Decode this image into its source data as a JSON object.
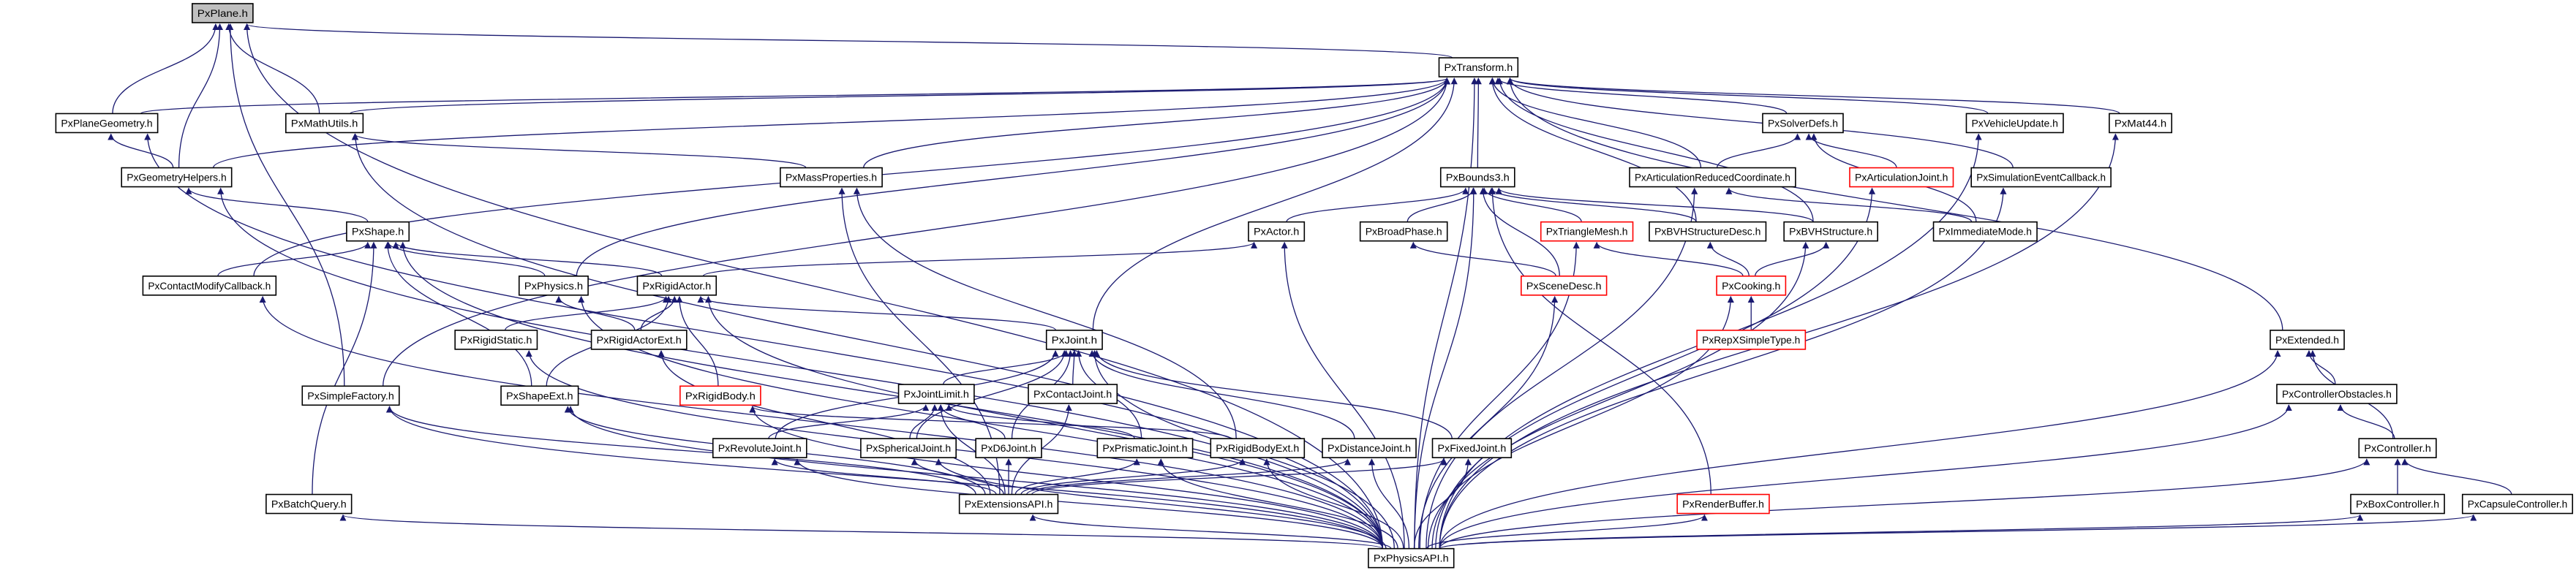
{
  "colors": {
    "edge": "#191970",
    "current_fill": "#bfbfbf",
    "normal_border": "#000000",
    "truncated_border": "#ff0000",
    "node_fill": "#ffffff"
  },
  "graph": {
    "type": "include-dependency-graph",
    "nodes": [
      {
        "label": "PxPlane.h",
        "style": "current"
      },
      {
        "label": "PxTransform.h",
        "style": "normal"
      },
      {
        "label": "PxPlaneGeometry.h",
        "style": "normal"
      },
      {
        "label": "PxMathUtils.h",
        "style": "normal"
      },
      {
        "label": "PxSolverDefs.h",
        "style": "normal"
      },
      {
        "label": "PxVehicleUpdate.h",
        "style": "normal"
      },
      {
        "label": "PxMat44.h",
        "style": "normal"
      },
      {
        "label": "PxGeometryHelpers.h",
        "style": "normal"
      },
      {
        "label": "PxMassProperties.h",
        "style": "normal"
      },
      {
        "label": "PxBounds3.h",
        "style": "normal"
      },
      {
        "label": "PxArticulationReducedCoordinate.h",
        "style": "normal"
      },
      {
        "label": "PxArticulationJoint.h",
        "style": "truncated"
      },
      {
        "label": "PxSimulationEventCallback.h",
        "style": "normal"
      },
      {
        "label": "PxShape.h",
        "style": "normal"
      },
      {
        "label": "PxActor.h",
        "style": "normal"
      },
      {
        "label": "PxBroadPhase.h",
        "style": "normal"
      },
      {
        "label": "PxTriangleMesh.h",
        "style": "truncated"
      },
      {
        "label": "PxBVHStructureDesc.h",
        "style": "normal"
      },
      {
        "label": "PxBVHStructure.h",
        "style": "normal"
      },
      {
        "label": "PxImmediateMode.h",
        "style": "normal"
      },
      {
        "label": "PxContactModifyCallback.h",
        "style": "normal"
      },
      {
        "label": "PxPhysics.h",
        "style": "normal"
      },
      {
        "label": "PxRigidActor.h",
        "style": "normal"
      },
      {
        "label": "PxSceneDesc.h",
        "style": "truncated"
      },
      {
        "label": "PxCooking.h",
        "style": "truncated"
      },
      {
        "label": "PxRigidStatic.h",
        "style": "normal"
      },
      {
        "label": "PxRigidActorExt.h",
        "style": "normal"
      },
      {
        "label": "PxJoint.h",
        "style": "normal"
      },
      {
        "label": "PxRepXSimpleType.h",
        "style": "truncated"
      },
      {
        "label": "PxExtended.h",
        "style": "normal"
      },
      {
        "label": "PxSimpleFactory.h",
        "style": "normal"
      },
      {
        "label": "PxShapeExt.h",
        "style": "normal"
      },
      {
        "label": "PxRigidBody.h",
        "style": "truncated"
      },
      {
        "label": "PxJointLimit.h",
        "style": "normal"
      },
      {
        "label": "PxContactJoint.h",
        "style": "normal"
      },
      {
        "label": "PxControllerObstacles.h",
        "style": "normal"
      },
      {
        "label": "PxRevoluteJoint.h",
        "style": "normal"
      },
      {
        "label": "PxSphericalJoint.h",
        "style": "normal"
      },
      {
        "label": "PxD6Joint.h",
        "style": "normal"
      },
      {
        "label": "PxPrismaticJoint.h",
        "style": "normal"
      },
      {
        "label": "PxRigidBodyExt.h",
        "style": "normal"
      },
      {
        "label": "PxDistanceJoint.h",
        "style": "normal"
      },
      {
        "label": "PxFixedJoint.h",
        "style": "normal"
      },
      {
        "label": "PxController.h",
        "style": "normal"
      },
      {
        "label": "PxBatchQuery.h",
        "style": "normal"
      },
      {
        "label": "PxExtensionsAPI.h",
        "style": "normal"
      },
      {
        "label": "PxRenderBuffer.h",
        "style": "truncated"
      },
      {
        "label": "PxBoxController.h",
        "style": "normal"
      },
      {
        "label": "PxCapsuleController.h",
        "style": "normal"
      },
      {
        "label": "PxPhysicsAPI.h",
        "style": "normal"
      }
    ],
    "edges": [
      [
        "PxPlaneGeometry.h",
        "PxPlane.h"
      ],
      [
        "PxGeometryHelpers.h",
        "PxPlane.h"
      ],
      [
        "PxMathUtils.h",
        "PxPlane.h"
      ],
      [
        "PxSimpleFactory.h",
        "PxPlane.h"
      ],
      [
        "PxPhysicsAPI.h",
        "PxPlane.h"
      ],
      [
        "PxTransform.h",
        "PxPlane.h"
      ],
      [
        "PxPlaneGeometry.h",
        "PxTransform.h"
      ],
      [
        "PxMathUtils.h",
        "PxTransform.h"
      ],
      [
        "PxGeometryHelpers.h",
        "PxTransform.h"
      ],
      [
        "PxGeometryHelpers.h",
        "PxPlaneGeometry.h"
      ],
      [
        "PxPhysicsAPI.h",
        "PxPlaneGeometry.h"
      ],
      [
        "PxContactModifyCallback.h",
        "PxTransform.h"
      ],
      [
        "PxContactModifyCallback.h",
        "PxShape.h"
      ],
      [
        "PxSimpleFactory.h",
        "PxTransform.h"
      ],
      [
        "PxPhysics.h",
        "PxTransform.h"
      ],
      [
        "PxMassProperties.h",
        "PxTransform.h"
      ],
      [
        "PxMassProperties.h",
        "PxMathUtils.h"
      ],
      [
        "PxJoint.h",
        "PxTransform.h"
      ],
      [
        "PxBounds3.h",
        "PxTransform.h"
      ],
      [
        "PxBVHStructureDesc.h",
        "PxTransform.h"
      ],
      [
        "PxBVHStructure.h",
        "PxTransform.h"
      ],
      [
        "PxArticulationReducedCoordinate.h",
        "PxTransform.h"
      ],
      [
        "PxArticulationReducedCoordinate.h",
        "PxSolverDefs.h"
      ],
      [
        "PxSolverDefs.h",
        "PxTransform.h"
      ],
      [
        "PxVehicleUpdate.h",
        "PxTransform.h"
      ],
      [
        "PxMat44.h",
        "PxTransform.h"
      ],
      [
        "PxSimulationEventCallback.h",
        "PxTransform.h"
      ],
      [
        "PxExtended.h",
        "PxTransform.h"
      ],
      [
        "PxPhysicsAPI.h",
        "PxTransform.h"
      ],
      [
        "PxArticulationJoint.h",
        "PxSolverDefs.h"
      ],
      [
        "PxImmediateMode.h",
        "PxSolverDefs.h"
      ],
      [
        "PxImmediateMode.h",
        "PxArticulationReducedCoordinate.h"
      ],
      [
        "PxShape.h",
        "PxGeometryHelpers.h"
      ],
      [
        "PxPhysicsAPI.h",
        "PxGeometryHelpers.h"
      ],
      [
        "PxPhysicsAPI.h",
        "PxMathUtils.h"
      ],
      [
        "PxPhysicsAPI.h",
        "PxContactModifyCallback.h"
      ],
      [
        "PxPhysics.h",
        "PxShape.h"
      ],
      [
        "PxRigidActor.h",
        "PxShape.h"
      ],
      [
        "PxShapeExt.h",
        "PxShape.h"
      ],
      [
        "PxBatchQuery.h",
        "PxShape.h"
      ],
      [
        "PxPhysicsAPI.h",
        "PxShape.h"
      ],
      [
        "PxActor.h",
        "PxBounds3.h"
      ],
      [
        "PxBroadPhase.h",
        "PxBounds3.h"
      ],
      [
        "PxTriangleMesh.h",
        "PxBounds3.h"
      ],
      [
        "PxBVHStructureDesc.h",
        "PxBounds3.h"
      ],
      [
        "PxBVHStructure.h",
        "PxBounds3.h"
      ],
      [
        "PxSceneDesc.h",
        "PxBounds3.h"
      ],
      [
        "PxRenderBuffer.h",
        "PxBounds3.h"
      ],
      [
        "PxPhysicsAPI.h",
        "PxBounds3.h"
      ],
      [
        "PxRigidActor.h",
        "PxActor.h"
      ],
      [
        "PxPhysicsAPI.h",
        "PxActor.h"
      ],
      [
        "PxSceneDesc.h",
        "PxBroadPhase.h"
      ],
      [
        "PxCooking.h",
        "PxTriangleMesh.h"
      ],
      [
        "PxCooking.h",
        "PxBVHStructureDesc.h"
      ],
      [
        "PxCooking.h",
        "PxBVHStructure.h"
      ],
      [
        "PxRepXSimpleType.h",
        "PxCooking.h"
      ],
      [
        "PxPhysicsAPI.h",
        "PxCooking.h"
      ],
      [
        "PxPhysicsAPI.h",
        "PxSceneDesc.h"
      ],
      [
        "PxPhysicsAPI.h",
        "PxTriangleMesh.h"
      ],
      [
        "PxPhysicsAPI.h",
        "PxBVHStructure.h"
      ],
      [
        "PxPhysicsAPI.h",
        "PxArticulationReducedCoordinate.h"
      ],
      [
        "PxPhysicsAPI.h",
        "PxArticulationJoint.h"
      ],
      [
        "PxPhysicsAPI.h",
        "PxSimulationEventCallback.h"
      ],
      [
        "PxPhysicsAPI.h",
        "PxVehicleUpdate.h"
      ],
      [
        "PxPhysicsAPI.h",
        "PxMat44.h"
      ],
      [
        "PxPhysicsAPI.h",
        "PxRenderBuffer.h"
      ],
      [
        "PxRigidStatic.h",
        "PxRigidActor.h"
      ],
      [
        "PxRigidActorExt.h",
        "PxRigidActor.h"
      ],
      [
        "PxRigidActorExt.h",
        "PxPhysics.h"
      ],
      [
        "PxShapeExt.h",
        "PxRigidActor.h"
      ],
      [
        "PxRigidBody.h",
        "PxRigidActor.h"
      ],
      [
        "PxJoint.h",
        "PxRigidActor.h"
      ],
      [
        "PxPhysicsAPI.h",
        "PxRigidActor.h"
      ],
      [
        "PxPhysicsAPI.h",
        "PxPhysics.h"
      ],
      [
        "PxPhysicsAPI.h",
        "PxRigidStatic.h"
      ],
      [
        "PxPhysicsAPI.h",
        "PxRigidBody.h"
      ],
      [
        "PxPhysicsAPI.h",
        "PxShapeExt.h"
      ],
      [
        "PxPhysicsAPI.h",
        "PxSimpleFactory.h"
      ],
      [
        "PxPhysicsAPI.h",
        "PxBatchQuery.h"
      ],
      [
        "PxExtensionsAPI.h",
        "PxRigidActorExt.h"
      ],
      [
        "PxExtensionsAPI.h",
        "PxShapeExt.h"
      ],
      [
        "PxExtensionsAPI.h",
        "PxSimpleFactory.h"
      ],
      [
        "PxExtensionsAPI.h",
        "PxRevoluteJoint.h"
      ],
      [
        "PxExtensionsAPI.h",
        "PxSphericalJoint.h"
      ],
      [
        "PxExtensionsAPI.h",
        "PxD6Joint.h"
      ],
      [
        "PxExtensionsAPI.h",
        "PxPrismaticJoint.h"
      ],
      [
        "PxExtensionsAPI.h",
        "PxRigidBodyExt.h"
      ],
      [
        "PxExtensionsAPI.h",
        "PxDistanceJoint.h"
      ],
      [
        "PxExtensionsAPI.h",
        "PxFixedJoint.h"
      ],
      [
        "PxExtensionsAPI.h",
        "PxContactJoint.h"
      ],
      [
        "PxExtensionsAPI.h",
        "PxMassProperties.h"
      ],
      [
        "PxExtensionsAPI.h",
        "PxJointLimit.h"
      ],
      [
        "PxRigidBodyExt.h",
        "PxRigidBody.h"
      ],
      [
        "PxRigidBodyExt.h",
        "PxMassProperties.h"
      ],
      [
        "PxJointLimit.h",
        "PxJoint.h"
      ],
      [
        "PxContactJoint.h",
        "PxJoint.h"
      ],
      [
        "PxRevoluteJoint.h",
        "PxJoint.h"
      ],
      [
        "PxRevoluteJoint.h",
        "PxJointLimit.h"
      ],
      [
        "PxSphericalJoint.h",
        "PxJoint.h"
      ],
      [
        "PxSphericalJoint.h",
        "PxJointLimit.h"
      ],
      [
        "PxD6Joint.h",
        "PxJoint.h"
      ],
      [
        "PxD6Joint.h",
        "PxJointLimit.h"
      ],
      [
        "PxPrismaticJoint.h",
        "PxJoint.h"
      ],
      [
        "PxPrismaticJoint.h",
        "PxJointLimit.h"
      ],
      [
        "PxDistanceJoint.h",
        "PxJoint.h"
      ],
      [
        "PxFixedJoint.h",
        "PxJoint.h"
      ],
      [
        "PxPhysicsAPI.h",
        "PxJoint.h"
      ],
      [
        "PxPhysicsAPI.h",
        "PxExtensionsAPI.h"
      ],
      [
        "PxPhysicsAPI.h",
        "PxRevoluteJoint.h"
      ],
      [
        "PxPhysicsAPI.h",
        "PxSphericalJoint.h"
      ],
      [
        "PxPhysicsAPI.h",
        "PxPrismaticJoint.h"
      ],
      [
        "PxPhysicsAPI.h",
        "PxRigidBodyExt.h"
      ],
      [
        "PxPhysicsAPI.h",
        "PxDistanceJoint.h"
      ],
      [
        "PxPhysicsAPI.h",
        "PxFixedJoint.h"
      ],
      [
        "PxControllerObstacles.h",
        "PxExtended.h"
      ],
      [
        "PxController.h",
        "PxExtended.h"
      ],
      [
        "PxController.h",
        "PxControllerObstacles.h"
      ],
      [
        "PxBoxController.h",
        "PxController.h"
      ],
      [
        "PxCapsuleController.h",
        "PxController.h"
      ],
      [
        "PxPhysicsAPI.h",
        "PxExtended.h"
      ],
      [
        "PxPhysicsAPI.h",
        "PxControllerObstacles.h"
      ],
      [
        "PxPhysicsAPI.h",
        "PxController.h"
      ],
      [
        "PxPhysicsAPI.h",
        "PxBoxController.h"
      ],
      [
        "PxPhysicsAPI.h",
        "PxCapsuleController.h"
      ]
    ]
  }
}
